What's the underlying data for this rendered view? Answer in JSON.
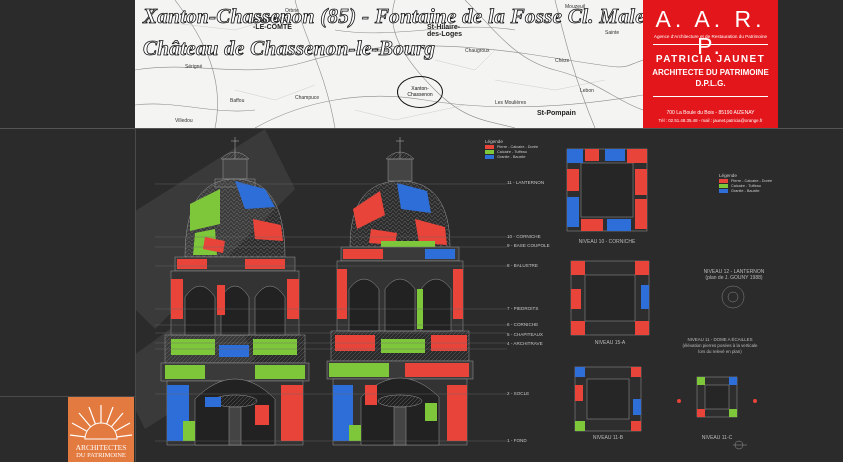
{
  "header": {
    "title_line1": "Xanton-Chassenon (85) - Fontaine de la Fosse Cl. Malet",
    "title_line2": "Château de Chassenon-le-Bourg",
    "map_places": [
      {
        "id": "fontenay",
        "label": "FONTENAY-\n-LE-COMTE"
      },
      {
        "id": "st-hilaire",
        "label": "St-Hilaire-\ndes-Loges"
      },
      {
        "id": "st-pompain",
        "label": "St-Pompain"
      },
      {
        "id": "xanton",
        "label": "Xanton-\nChassenon"
      }
    ]
  },
  "brand": {
    "logo": "A. A. R. P.",
    "tagline": "Agence d'Architecture et de Restauration du Patrimoine",
    "name": "PATRICIA JAUNET",
    "role": "ARCHITECTE DU PATRIMOINE",
    "degree": "D.P.L.G.",
    "address": "700 La Boule du Bois - 85190 AIZENAY",
    "contact": "Tél : 02.51.48.35.48 - mail : jaunet.patricia@orange.fr"
  },
  "legend": {
    "title": "Légende",
    "items": [
      {
        "label": "Pierre - Calcaire - Dorée",
        "color": "#e8443a"
      },
      {
        "label": "Calcaire - Tuffeau",
        "color": "#7ec63a"
      },
      {
        "label": "Granite - Bauxite",
        "color": "#2e6ed8"
      }
    ]
  },
  "level_labels": {
    "lanternon": "11 - LANTERNON",
    "corniche": "10 - CORNICHE",
    "base_coupole": "9 - BASE COUPOLE",
    "balustre": "8 - BALUSTRE",
    "piedroits": "7 - PIEDROITS",
    "corniche_b": "6 - CORNICHE",
    "chapiteaux": "5 - CHAPITEAUX",
    "architrave": "4 - ARCHITRAVE",
    "socle": "2 - SOCLE",
    "fond": "1 - FOND"
  },
  "plans": {
    "plan_top": "NIVEAU 10 - CORNICHE",
    "plan_lanternon": "NIVEAU 12 - LANTERNON\n(plan de J. GOUNY 1988)",
    "plan_mid": "NIVEAU 15-A",
    "plan_mid_note": "NIVEAU 11 - DOME A ÉCAILLES\n(élévation pierres posées à la verticale\nlors du relevé en plan)",
    "plan_bottom": "NIVEAU 11-B",
    "plan_small": "NIVEAU 11-C"
  },
  "logo": {
    "line1": "ARCHITECTES",
    "line2": "DU PATRIMOINE"
  }
}
